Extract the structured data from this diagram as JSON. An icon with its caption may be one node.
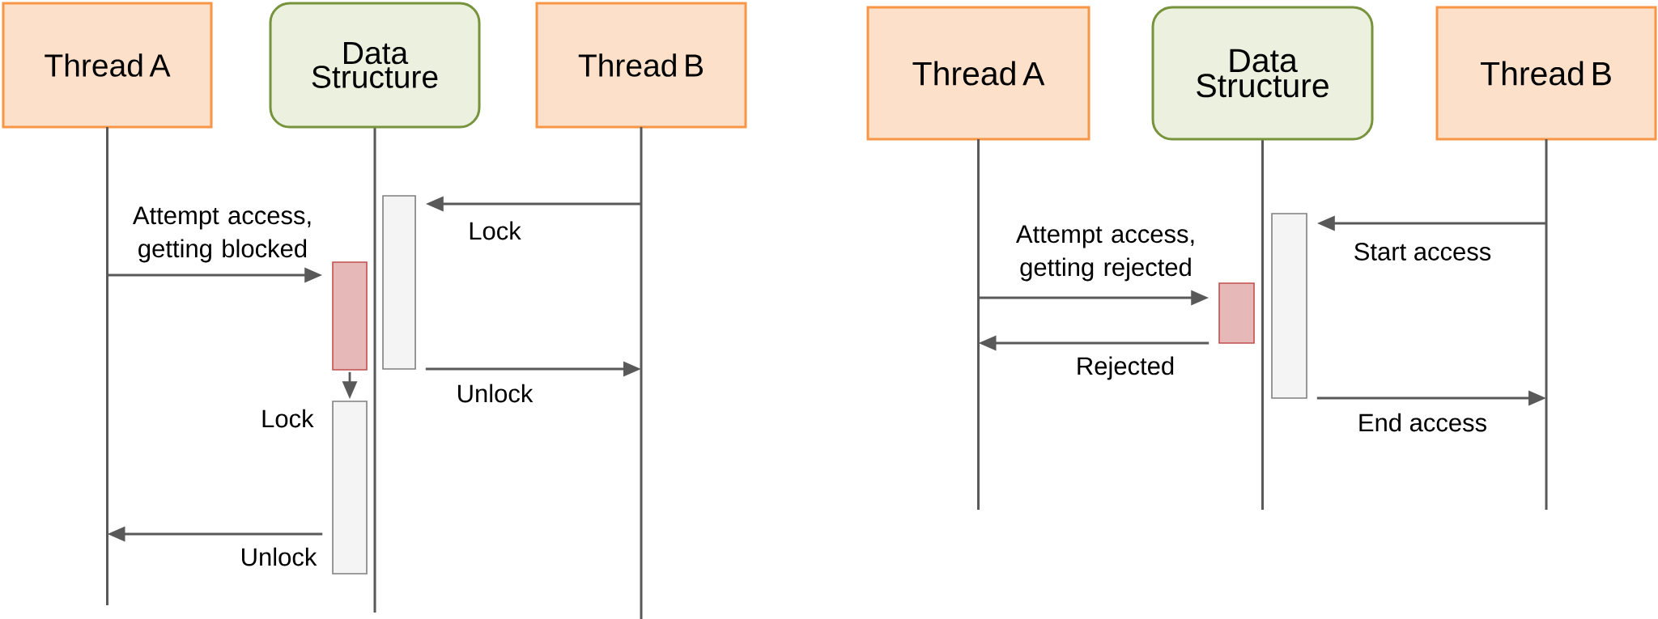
{
  "diagram": {
    "nodes": [
      {
        "text": [
          "Thread A"
        ]
      },
      {
        "text": [
          "Data Structure"
        ]
      },
      {
        "text": [
          "Thread B"
        ]
      },
      {
        "text": [],
        "shape": "bar"
      },
      {
        "text": [],
        "shape": "bar"
      },
      {
        "text": [],
        "shape": "bar",
        "beside": [
          "Lock"
        ]
      },
      {
        "text": [
          "Thread A"
        ]
      },
      {
        "text": [
          "Data Structure"
        ]
      },
      {
        "text": [
          "Thread B"
        ]
      },
      {
        "text": [],
        "shape": "bar"
      },
      {
        "text": [],
        "shape": "bar"
      }
    ],
    "edges": [
      {
        "from": 2,
        "to": 3,
        "arrow": "to",
        "label": "Lock"
      },
      {
        "from": 0,
        "to": 4,
        "arrow": "to",
        "label": "Attempt access, getting blocked"
      },
      {
        "from": 3,
        "to": 2,
        "arrow": "to",
        "label": "Unlock"
      },
      {
        "from": 4,
        "to": 5,
        "arrow": "to"
      },
      {
        "from": 5,
        "to": 0,
        "arrow": "to",
        "label": "Unlock"
      },
      {
        "from": 8,
        "to": 9,
        "arrow": "to",
        "label": "Start access"
      },
      {
        "from": 6,
        "to": 10,
        "arrow": "to",
        "label": "Attempt access, getting rejected"
      },
      {
        "from": 10,
        "to": 6,
        "arrow": "to",
        "label": "Rejected"
      },
      {
        "from": 9,
        "to": 8,
        "arrow": "to",
        "label": "End access"
      }
    ]
  }
}
